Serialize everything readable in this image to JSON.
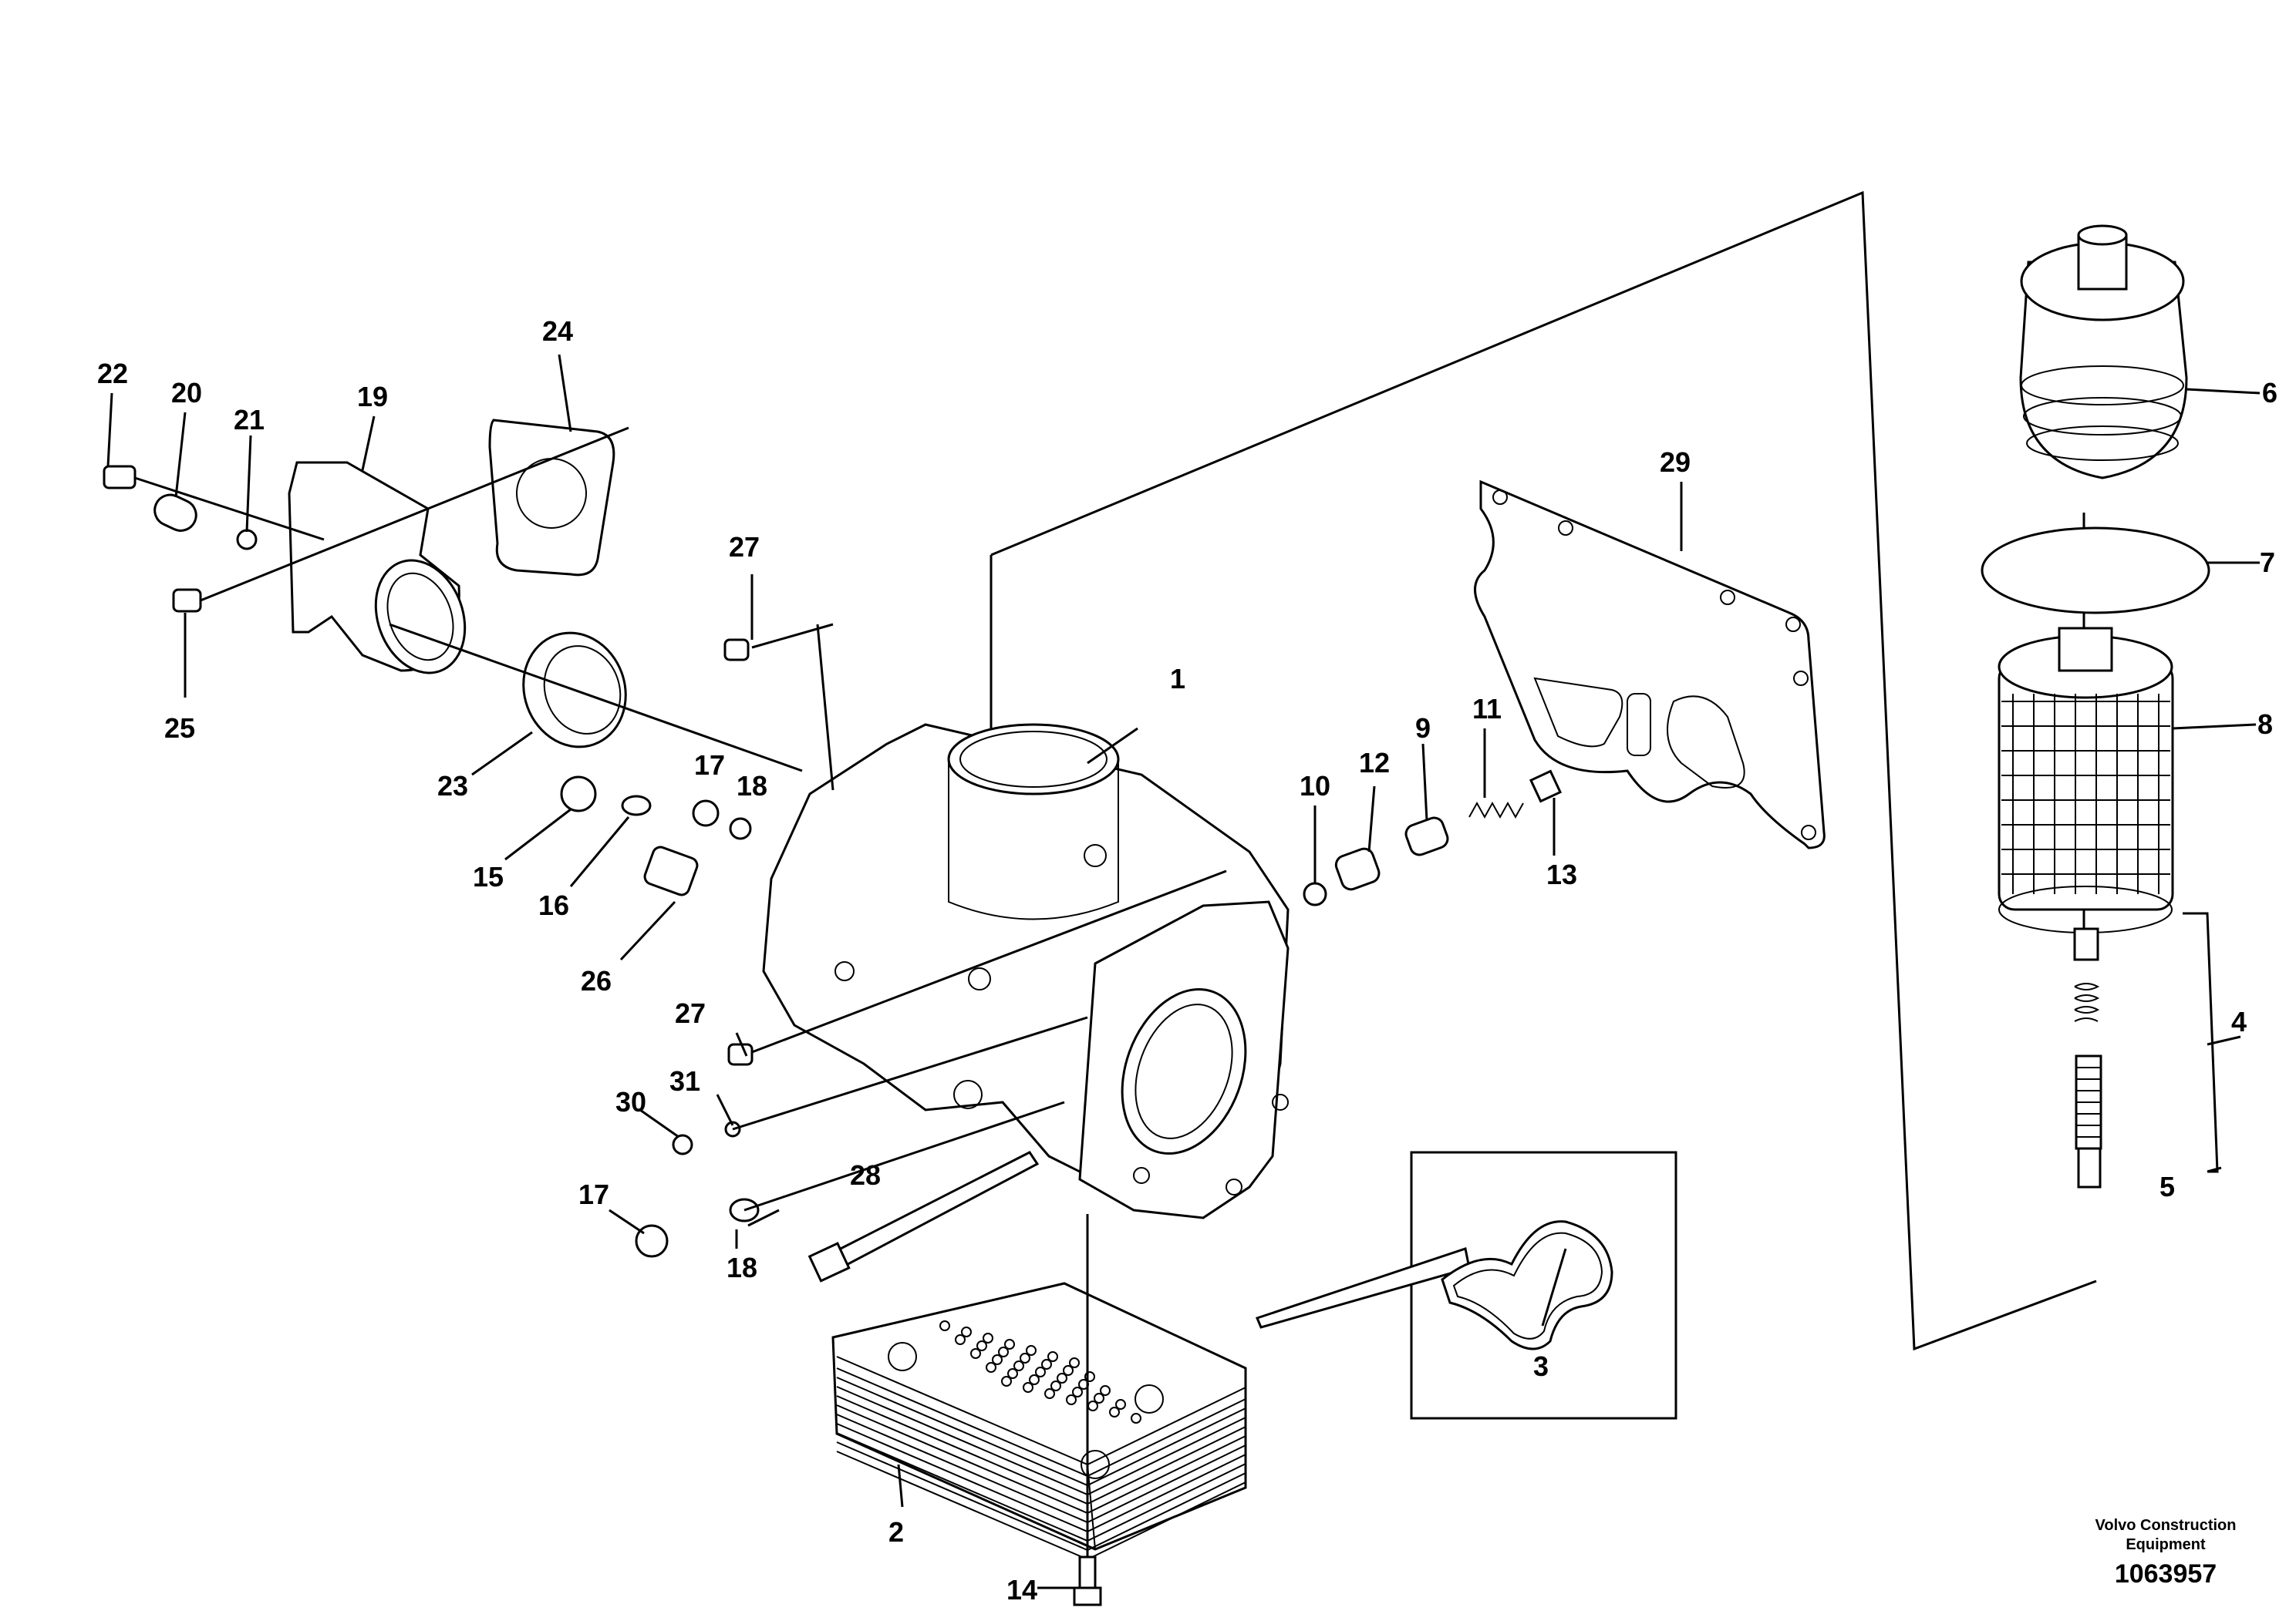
{
  "labels": {
    "p1": "1",
    "p2": "2",
    "p3": "3",
    "p4": "4",
    "p5": "5",
    "p6": "6",
    "p7": "7",
    "p8": "8",
    "p9": "9",
    "p10": "10",
    "p11": "11",
    "p12": "12",
    "p13": "13",
    "p14": "14",
    "p15": "15",
    "p16": "16",
    "p17a": "17",
    "p17b": "17",
    "p18a": "18",
    "p18b": "18",
    "p19": "19",
    "p20": "20",
    "p21": "21",
    "p22": "22",
    "p23": "23",
    "p24": "24",
    "p25": "25",
    "p26": "26",
    "p27a": "27",
    "p27b": "27",
    "p28": "28",
    "p29": "29",
    "p30": "30",
    "p31": "31"
  },
  "credit": {
    "line1": "Volvo Construction",
    "line2": "Equipment",
    "figure_number": "1063957"
  }
}
